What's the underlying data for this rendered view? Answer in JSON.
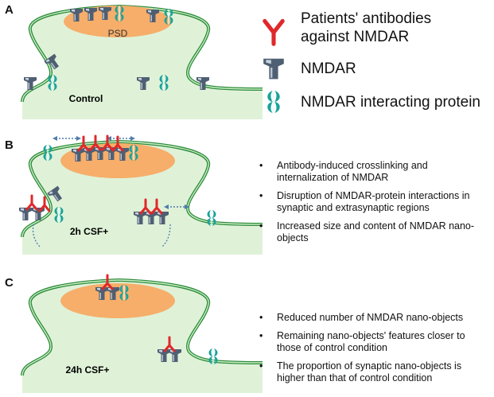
{
  "panels": [
    {
      "letter": "A",
      "label": "Control",
      "psd_label": "PSD"
    },
    {
      "letter": "B",
      "label": "2h CSF+",
      "bullets": [
        "Antibody-induced crosslinking and internalization of NMDAR",
        "Disruption of NMDAR-protein interactions in synaptic and extrasynaptic regions",
        "Increased size and content of NMDAR nano-objects"
      ]
    },
    {
      "letter": "C",
      "label": "24h CSF+",
      "bullets": [
        "Reduced number of NMDAR nano-objects",
        "Remaining nano-objects' features closer to those of control condition",
        "The proportion of synaptic nano-objects is higher than that of control condition"
      ]
    }
  ],
  "legend": {
    "antibodies": "Patients' antibodies against NMDAR",
    "nmdar": "NMDAR",
    "interacting_protein": "NMDAR interacting protein"
  },
  "colors": {
    "cytoplasm": "#dff2d8",
    "membrane": "#2e8b3c",
    "psd": "#f6ae6a",
    "receptor": "#4f5f73",
    "antibody": "#e0282b",
    "interacting_protein": "#1aa39a",
    "arrow": "#4e7bab"
  }
}
